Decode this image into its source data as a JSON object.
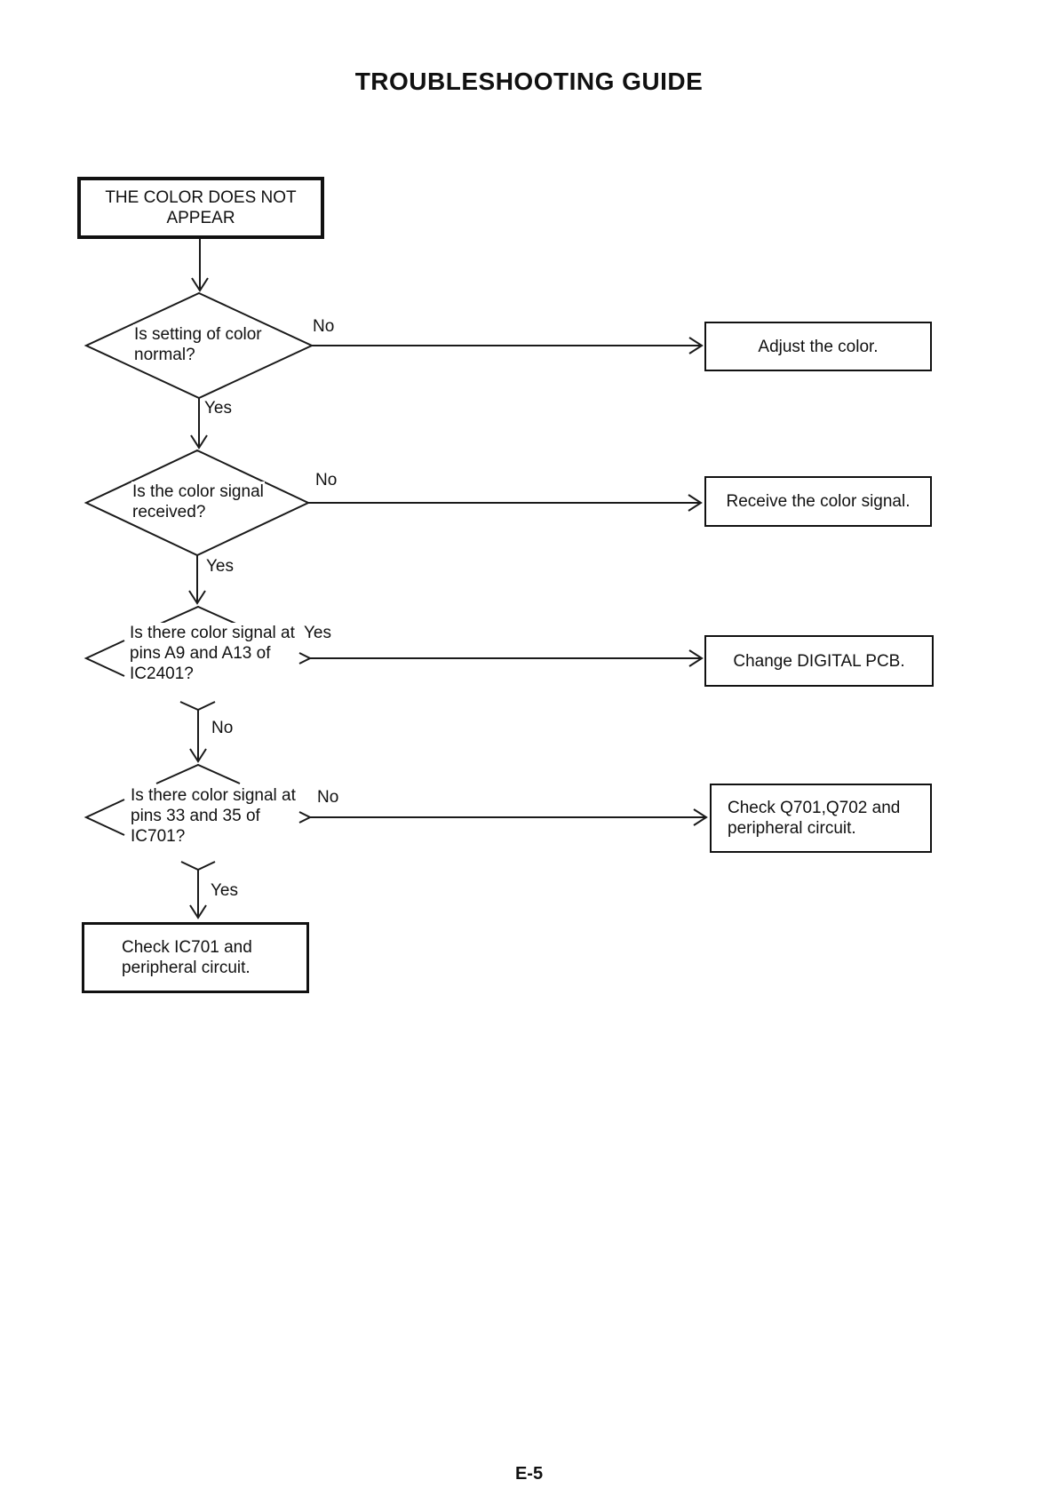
{
  "document": {
    "title": "TROUBLESHOOTING GUIDE",
    "page_number": "E-5"
  },
  "colors": {
    "ink": "#111111",
    "background": "#ffffff"
  },
  "flow": {
    "start": {
      "lines": [
        "THE COLOR DOES NOT",
        "APPEAR"
      ]
    },
    "decisions": [
      {
        "lines": [
          "Is setting of color",
          "normal?"
        ],
        "side_label": "No",
        "down_label": "Yes"
      },
      {
        "lines": [
          "Is the color signal",
          "received?"
        ],
        "side_label": "No",
        "down_label": "Yes"
      },
      {
        "lines": [
          "Is there color signal at",
          "pins A9 and A13 of",
          "IC2401?"
        ],
        "side_label": "Yes",
        "down_label": "No"
      },
      {
        "lines": [
          "Is there color signal at",
          "pins 33 and 35 of",
          "IC701?"
        ],
        "side_label": "No",
        "down_label": "Yes"
      }
    ],
    "actions": [
      {
        "lines": [
          "Adjust the color."
        ]
      },
      {
        "lines": [
          "Receive the color signal."
        ]
      },
      {
        "lines": [
          "Change DIGITAL PCB."
        ]
      },
      {
        "lines": [
          "Check Q701,Q702 and",
          "peripheral circuit."
        ]
      }
    ],
    "end": {
      "lines": [
        "Check IC701 and",
        "peripheral circuit."
      ]
    }
  }
}
